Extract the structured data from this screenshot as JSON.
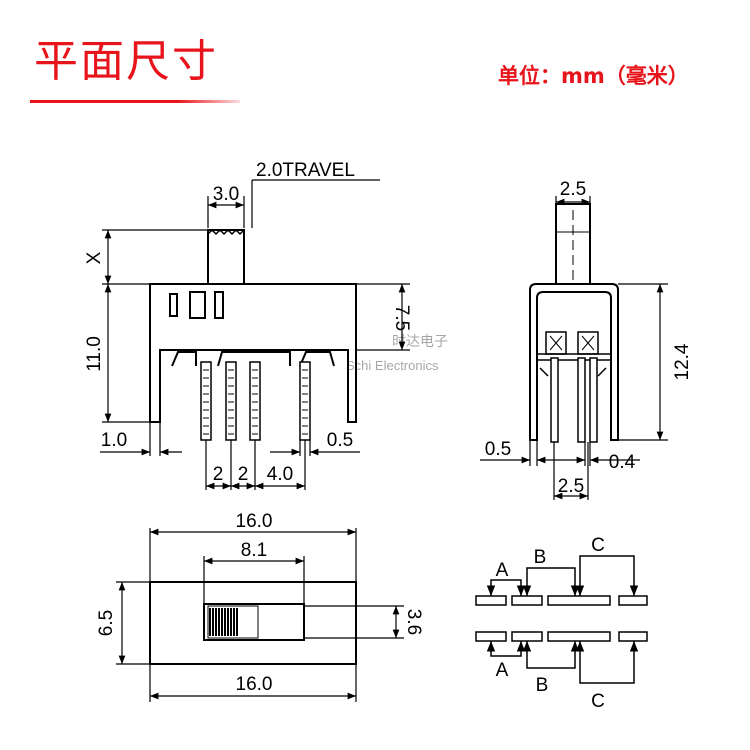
{
  "title": "平面尺寸",
  "unit_label": "单位：mm（毫米）",
  "watermark": {
    "line1": "时达电子",
    "line2": "Schi Electronics"
  },
  "front_view": {
    "travel": "2.0TRAVEL",
    "actuator_width": "3.0",
    "x_label": "X",
    "overall_height": "11.0",
    "body_height": "7.5",
    "left_offset": "1.0",
    "pin_thickness": "0.5",
    "pitch_1": "2",
    "pitch_2": "2",
    "pitch_3": "4.0"
  },
  "side_view": {
    "actuator_width": "2.5",
    "height": "12.4",
    "pin_left": "0.5",
    "pin_right": "0.4",
    "pin_spacing": "2.5"
  },
  "top_view": {
    "length_top": "16.0",
    "slot_length": "8.1",
    "width": "6.5",
    "knob_width": "3.6",
    "length_bottom": "16.0"
  },
  "schematic": {
    "top_labels": [
      "A",
      "B",
      "C"
    ],
    "bottom_labels": [
      "A",
      "B",
      "C"
    ]
  }
}
